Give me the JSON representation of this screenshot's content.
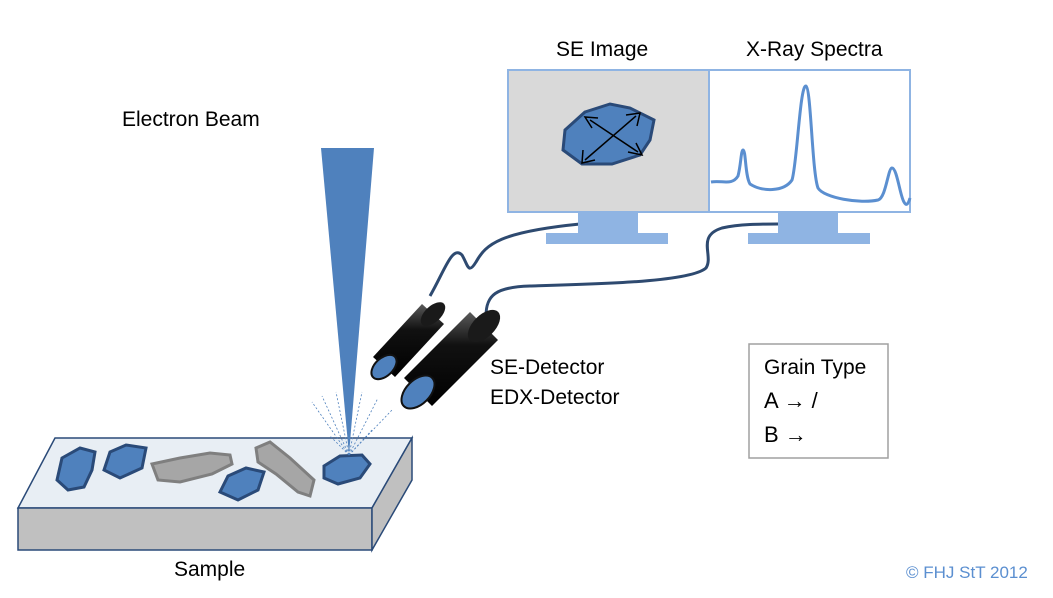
{
  "labels": {
    "electron_beam": "Electron Beam",
    "se_image": "SE Image",
    "xray_spectra": "X-Ray Spectra",
    "se_detector": "SE-Detector",
    "edx_detector": "EDX-Detector",
    "sample": "Sample",
    "copyright": "© FHJ StT 2012"
  },
  "legend": {
    "title": "Grain Type",
    "row_a": "A → /",
    "row_b": "B →"
  },
  "colors": {
    "beam": "#4f81bd",
    "grain_blue": "#4f81bd",
    "grain_blue_stroke": "#2a4a78",
    "grain_grey": "#a6a6a6",
    "grain_grey_stroke": "#7f7f7f",
    "monitor_frame": "#8fb4e3",
    "monitor_screen_left": "#d9d9d9",
    "spectrum_line": "#5b8fd0",
    "cable": "#2e4a70",
    "detector_body": "#1a1a1a",
    "detector_face": "#4f81bd",
    "sample_top": "#e8eef4",
    "sample_side": "#c0c0c0",
    "credit_text": "#5b8fd0"
  }
}
